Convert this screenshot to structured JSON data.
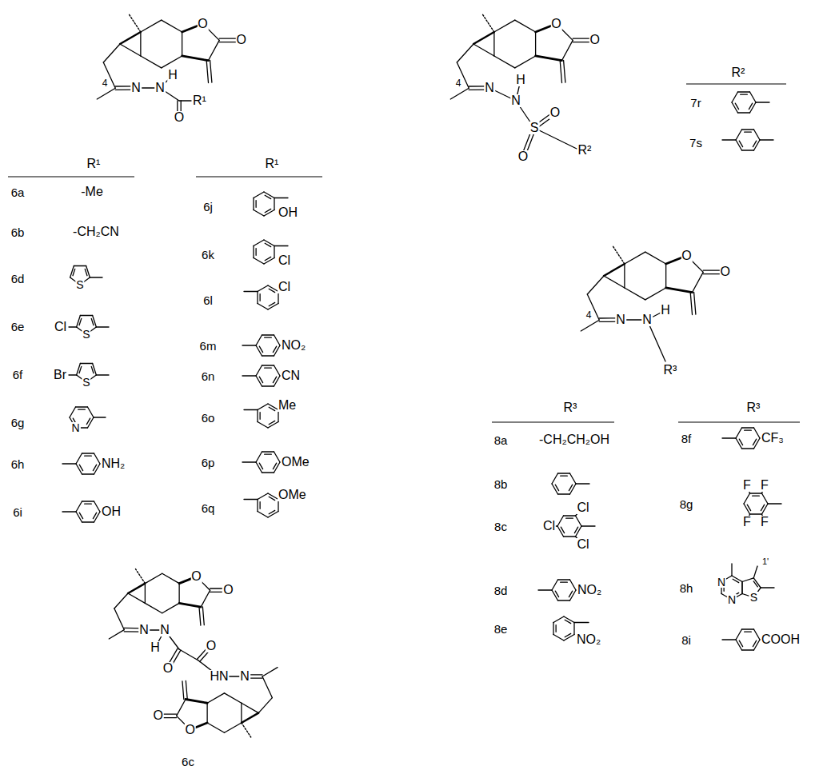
{
  "diagram": {
    "labels": [
      "4",
      "N",
      "N",
      "H",
      "O",
      "R¹",
      "O",
      "O",
      "O",
      "O",
      "4",
      "N",
      "N",
      "H",
      "S",
      "O",
      "O",
      "R²",
      "R²",
      "7r",
      "7s",
      "R¹",
      "6a",
      "-Me",
      "6b",
      "-CH₂CN",
      "6d",
      "S",
      "6e",
      "Cl",
      "S",
      "6f",
      "Br",
      "S",
      "6g",
      "N",
      "6h",
      "NH₂",
      "6i",
      "OH",
      "R¹",
      "6j",
      "OH",
      "6k",
      "Cl",
      "6l",
      "Cl",
      "6m",
      "NO₂",
      "6n",
      "CN",
      "6o",
      "Me",
      "6p",
      "OMe",
      "6q",
      "OMe",
      "O",
      "O",
      "4",
      "N",
      "N",
      "H",
      "R³",
      "R³",
      "R³",
      "8a",
      "-CH₂CH₂OH",
      "8b",
      "8c",
      "Cl",
      "Cl",
      "Cl",
      "8d",
      "NO₂",
      "8e",
      "NO₂",
      "8f",
      "CF₃",
      "8g",
      "F",
      "F",
      "F",
      "F",
      "8h",
      "N",
      "N",
      "S",
      "1'",
      "8i",
      "COOH",
      "O",
      "O",
      "N",
      "N",
      "H",
      "O",
      "O",
      "HN",
      "N",
      "O",
      "O",
      "6c"
    ]
  }
}
